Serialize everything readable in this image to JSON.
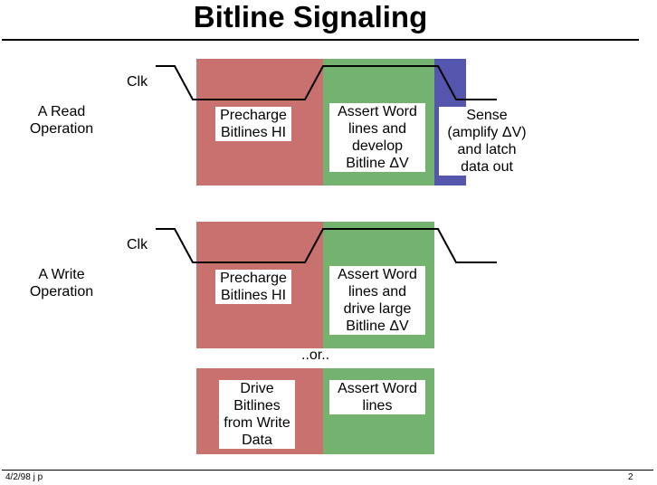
{
  "title": "Bitline Signaling",
  "footer": {
    "date": "4/2/98  j p",
    "page": "2"
  },
  "read": {
    "clk_label": "Clk",
    "op_label": "A Read\nOperation",
    "precharge": "Precharge\nBitlines HI",
    "assert": "Assert Word\nlines and\ndevelop\nBitline ΔV",
    "sense": "Sense\n(amplify ΔV)\nand latch\ndata out"
  },
  "write": {
    "clk_label": "Clk",
    "op_label": "A Write\nOperation",
    "precharge": "Precharge\nBitlines HI",
    "assert": "Assert Word\nlines and\ndrive large\nBitline ΔV",
    "or_label": "..or..",
    "drive": "Drive\nBitlines\nfrom Write\nData",
    "assert2": "Assert Word\nlines"
  },
  "colors": {
    "precharge_red": "#c8716e",
    "assert_green": "#74b270",
    "sense_blue": "#5456ae"
  }
}
